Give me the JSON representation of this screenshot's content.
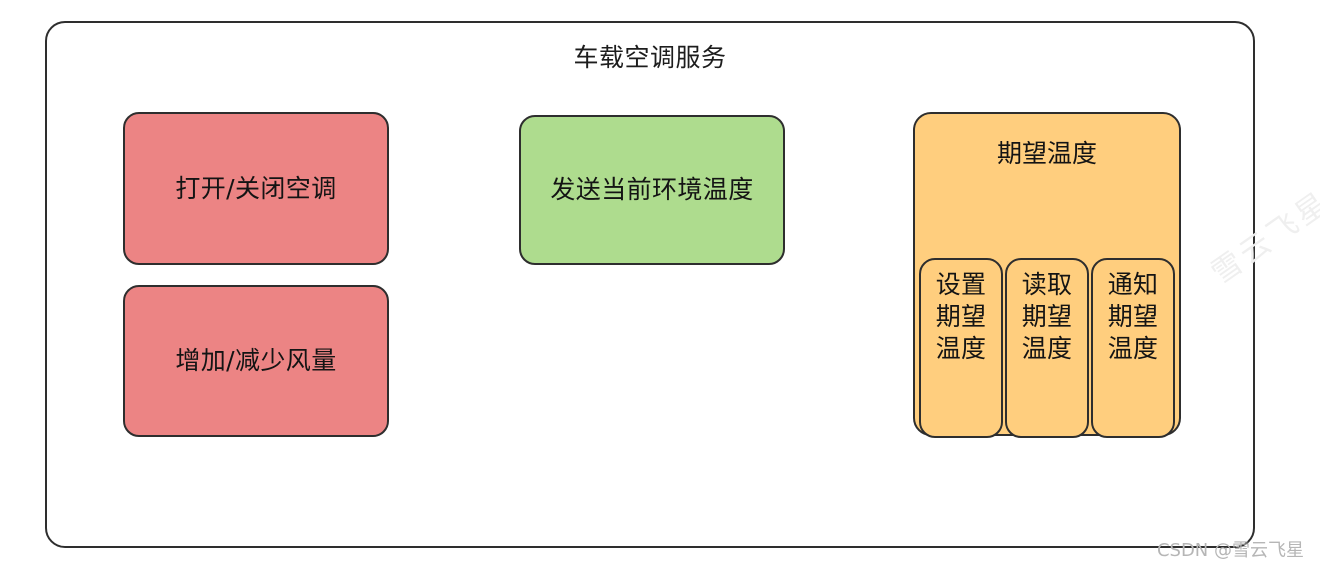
{
  "diagram": {
    "service": {
      "title": "车载空调服务",
      "border_color": "#2e2e2e",
      "background": "#ffffff"
    },
    "characteristics": [
      {
        "id": "power",
        "label": "打开/关闭空调",
        "color": "#ec8484"
      },
      {
        "id": "fan",
        "label": "增加/减少风量",
        "color": "#ec8484"
      },
      {
        "id": "ambient",
        "label": "发送当前环境温度",
        "color": "#aedc8e"
      }
    ],
    "group": {
      "id": "desired-temperature",
      "title": "期望温度",
      "color": "#ffce7e",
      "operations": [
        {
          "id": "set",
          "label": "设置\n期望\n温度"
        },
        {
          "id": "read",
          "label": "读取\n期望\n温度"
        },
        {
          "id": "notify",
          "label": "通知\n期望\n温度"
        }
      ]
    }
  },
  "watermarks": {
    "diagonal": "雪云飞星",
    "credit": "CSDN @雪云飞星"
  }
}
